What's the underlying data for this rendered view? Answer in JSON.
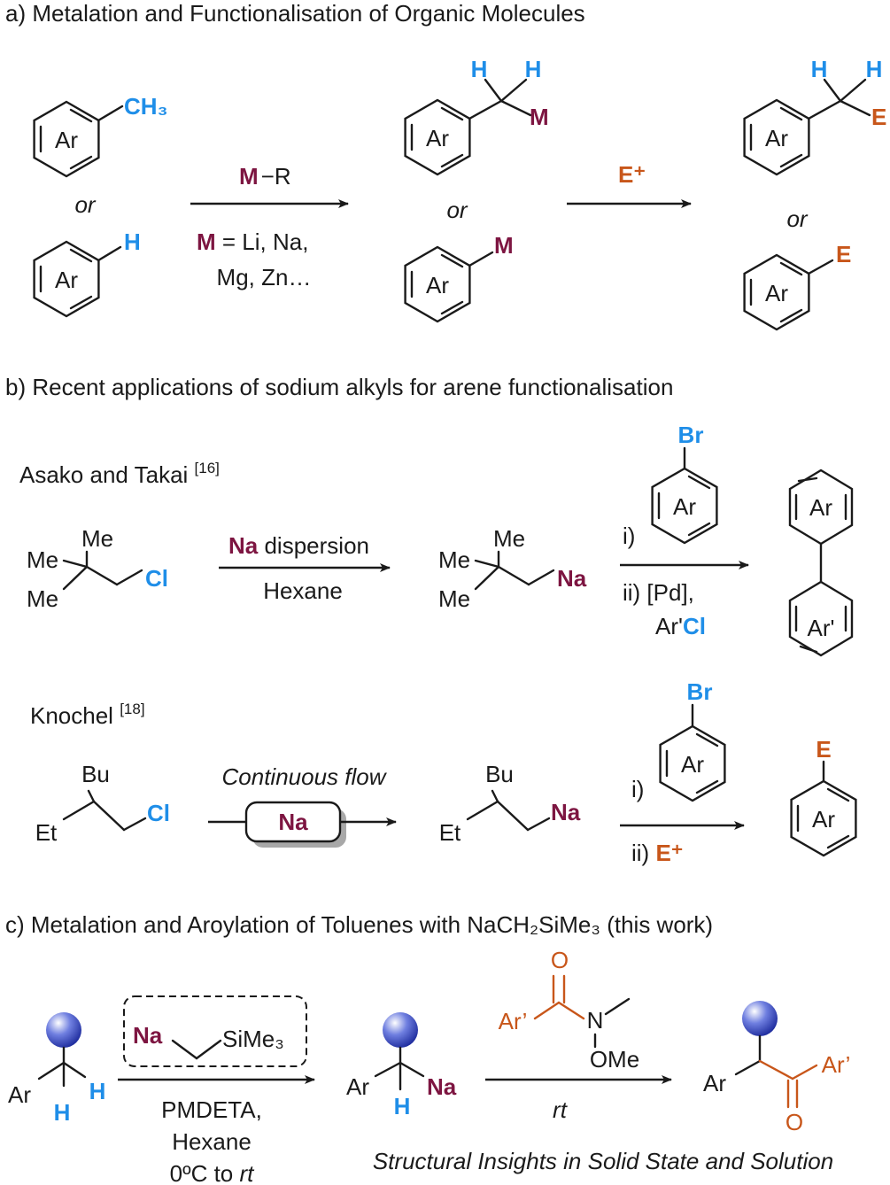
{
  "headings": {
    "a": "a) Metalation and Functionalisation of Organic Molecules",
    "b": "b) Recent applications of sodium alkyls for arene functionalisation",
    "c": "c) Metalation and Aroylation of Toluenes with NaCH₂SiMe₃ (this work)"
  },
  "atoms": {
    "ar": "Ar",
    "ar_prime": "Ar'",
    "ar_prime_c": "Ar’",
    "ch3": "CH₃",
    "h": "H",
    "m": "M",
    "e": "E",
    "e_plus": "E⁺",
    "me": "Me",
    "cl": "Cl",
    "na": "Na",
    "br": "Br",
    "bu": "Bu",
    "et": "Et",
    "o": "O",
    "n": "N",
    "ome": "OMe",
    "sime3": "SiMe₃",
    "or": "or",
    "r": "−R"
  },
  "scheme_a": {
    "cond_line1": " = Li, Na,",
    "cond_line2": "Mg, Zn…"
  },
  "scheme_b": {
    "asako": {
      "label": "Asako and Takai ",
      "ref": "[16]",
      "cond1": " dispersion",
      "cond2": "Hexane",
      "step1": "i)",
      "step2": "ii) [Pd],",
      "step2b": "Ar'"
    },
    "knochel": {
      "label": "Knochel ",
      "ref": "[18]",
      "cond": "Continuous flow",
      "step1": "i)",
      "step2": "ii) "
    }
  },
  "scheme_c": {
    "cond1": "PMDETA,",
    "cond2": "Hexane",
    "cond3": "0ºC to ",
    "cond3_italic": "rt",
    "rt": "rt",
    "footer": "Structural Insights in Solid State and Solution"
  },
  "colors": {
    "blue": "#1f8ee8",
    "maroon": "#7d1541",
    "orange": "#c8561a",
    "sphere": "#1c2a9c"
  }
}
